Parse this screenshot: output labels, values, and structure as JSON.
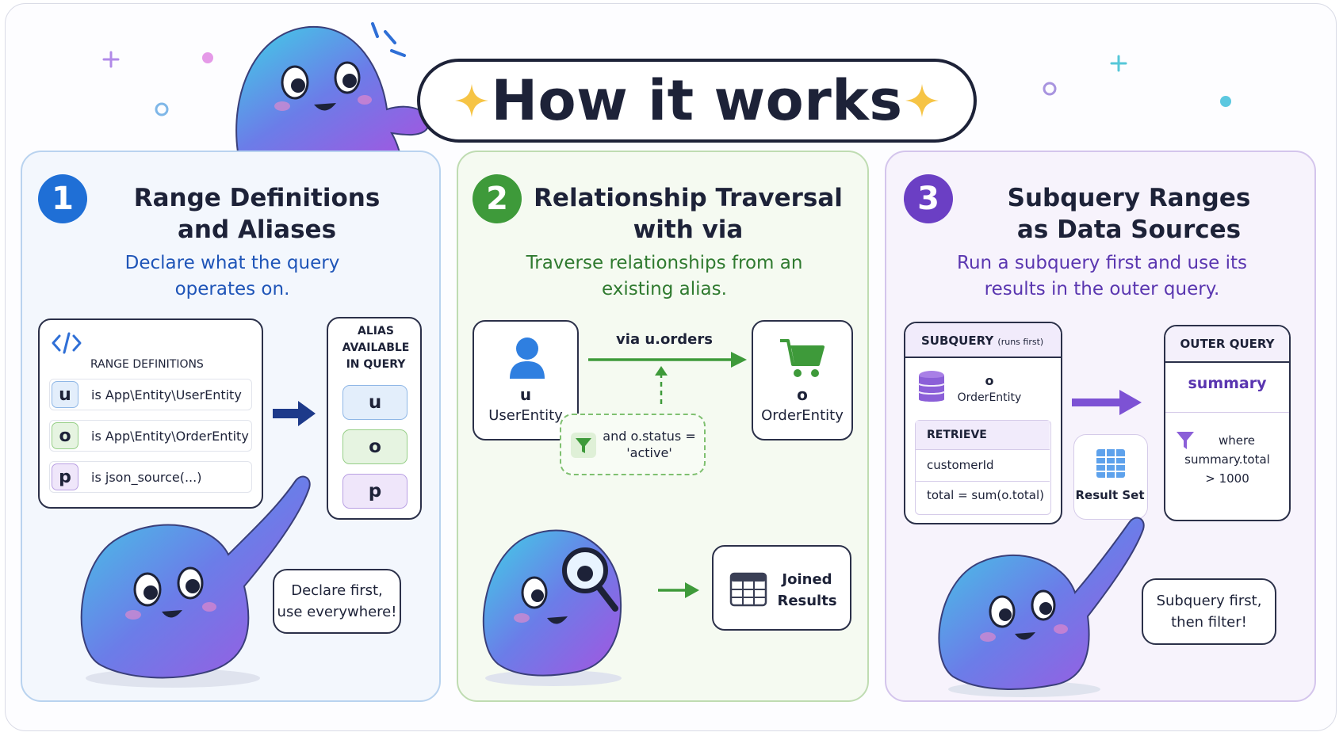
{
  "title": "How it works",
  "panels": [
    {
      "number": "1",
      "heading_line1": "Range Definitions",
      "heading_line2": "and Aliases",
      "subtitle_line1": "Declare what the query",
      "subtitle_line2": "operates on.",
      "definitions_label": "RANGE DEFINITIONS",
      "rows": [
        {
          "alias": "u",
          "text": "is App\\Entity\\UserEntity"
        },
        {
          "alias": "o",
          "text": "is App\\Entity\\OrderEntity"
        },
        {
          "alias": "p",
          "text": "is json_source(...)"
        }
      ],
      "alias_label_line1": "ALIAS",
      "alias_label_line2": "AVAILABLE",
      "alias_label_line3": "IN QUERY",
      "aliases": [
        "u",
        "o",
        "p"
      ],
      "bubble_line1": "Declare first,",
      "bubble_line2": "use everywhere!"
    },
    {
      "number": "2",
      "heading_line1": "Relationship Traversal",
      "heading_line2": "with via",
      "subtitle_line1": "Traverse relationships from an",
      "subtitle_line2": "existing alias.",
      "source_alias": "u",
      "source_entity": "UserEntity",
      "via_label": "via u.orders",
      "target_alias": "o",
      "target_entity": "OrderEntity",
      "filter_line1": "and o.status =",
      "filter_line2": "'active'",
      "result_line1": "Joined",
      "result_line2": "Results"
    },
    {
      "number": "3",
      "heading_line1": "Subquery Ranges",
      "heading_line2": "as Data Sources",
      "subtitle_line1": "Run a subquery first and use its",
      "subtitle_line2": "results in the outer query.",
      "subquery_label": "SUBQUERY",
      "subquery_note": "(runs first)",
      "subquery_alias": "o",
      "subquery_entity": "OrderEntity",
      "retrieve_label": "RETRIEVE",
      "retrieve_rows": [
        "customerId",
        "total = sum(o.total)"
      ],
      "result_set_label": "Result Set",
      "outer_label": "OUTER QUERY",
      "outer_alias": "summary",
      "where_line1": "where",
      "where_line2": "summary.total",
      "where_line3": "> 1000",
      "bubble_line1": "Subquery first,",
      "bubble_line2": "then filter!"
    }
  ],
  "colors": {
    "panel1_accent": "#1f6fd6",
    "panel2_accent": "#3e9a3a",
    "panel3_accent": "#6b3fc4",
    "dark": "#1d2238",
    "sparkle": "#f6c445"
  },
  "icons": [
    "sparkle-icon",
    "code-icon",
    "right-arrow-icon",
    "user-icon",
    "cart-icon",
    "filter-icon",
    "table-icon",
    "database-icon",
    "magnifier-icon"
  ]
}
